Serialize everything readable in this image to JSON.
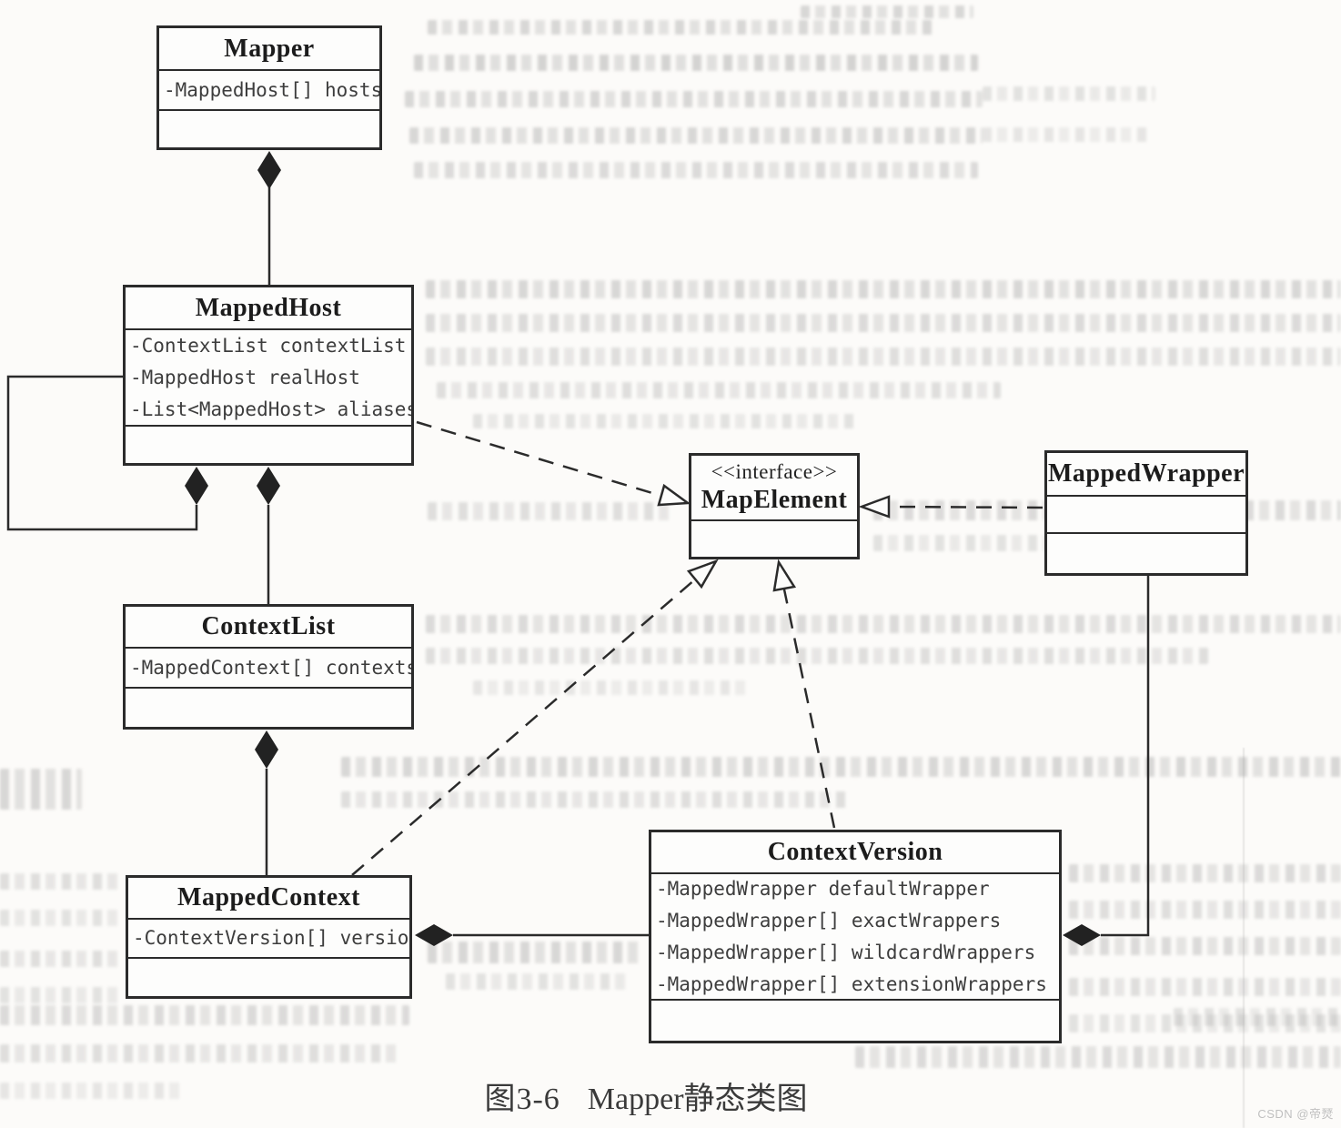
{
  "page": {
    "caption_number": "图3-6",
    "caption_title": "Mapper静态类图",
    "watermark": "CSDN @帝燹"
  },
  "classes": [
    {
      "name": "Mapper",
      "attributes": [
        "-MappedHost[] hosts"
      ]
    },
    {
      "name": "MappedHost",
      "attributes": [
        "-ContextList contextList",
        "-MappedHost realHost",
        "-List<MappedHost> aliases"
      ]
    },
    {
      "name": "ContextList",
      "attributes": [
        "-MappedContext[] contexts"
      ]
    },
    {
      "name": "MappedContext",
      "attributes": [
        "-ContextVersion[] versions"
      ]
    },
    {
      "name": "ContextVersion",
      "attributes": [
        "-MappedWrapper defaultWrapper",
        "-MappedWrapper[] exactWrappers",
        "-MappedWrapper[] wildcardWrappers",
        "-MappedWrapper[] extensionWrappers"
      ]
    },
    {
      "name": "MapElement",
      "stereotype": "<<interface>>",
      "attributes": []
    },
    {
      "name": "MappedWrapper",
      "attributes": []
    }
  ],
  "relationships": [
    {
      "from": "Mapper",
      "to": "MappedHost",
      "type": "composition"
    },
    {
      "from": "MappedHost",
      "to": "MappedHost",
      "type": "composition-self"
    },
    {
      "from": "MappedHost",
      "to": "ContextList",
      "type": "composition"
    },
    {
      "from": "ContextList",
      "to": "MappedContext",
      "type": "composition"
    },
    {
      "from": "MappedContext",
      "to": "ContextVersion",
      "type": "composition"
    },
    {
      "from": "ContextVersion",
      "to": "MappedWrapper",
      "type": "composition"
    },
    {
      "from": "MappedHost",
      "to": "MapElement",
      "type": "realization"
    },
    {
      "from": "MappedContext",
      "to": "MapElement",
      "type": "realization"
    },
    {
      "from": "ContextVersion",
      "to": "MapElement",
      "type": "realization"
    },
    {
      "from": "MappedWrapper",
      "to": "MapElement",
      "type": "realization"
    }
  ],
  "colors": {
    "line": "#2b2b2b",
    "box_background": "#fdfdfc",
    "title_text": "#1c1c1c",
    "attribute_text": "#3d3d3d"
  }
}
